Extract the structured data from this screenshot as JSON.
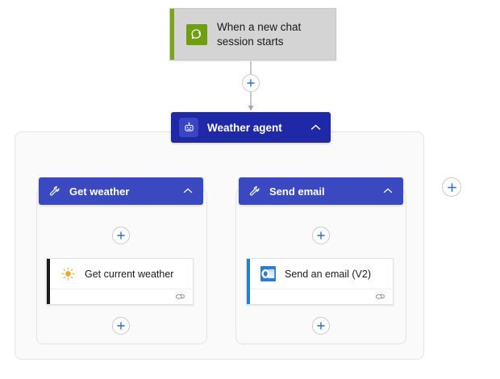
{
  "canvas": {
    "background": "#ffffff",
    "accent_blue": "#2a6fd6",
    "agent_header_color": "#1f29a8",
    "tool_header_color": "#3a49c0",
    "trigger_color": "#d4d4d4",
    "trigger_accent_color": "#7ba614",
    "weather_accent_color": "#1b1b1b",
    "email_accent_color": "#2b7cd3",
    "connector_color": "#a8a8a8"
  },
  "trigger": {
    "label": "When a new chat session starts",
    "line1": "When a new chat",
    "line2": "session starts",
    "icon": "chat-bubble-icon"
  },
  "agent": {
    "label": "Weather agent",
    "icon": "bot-icon",
    "collapse_icon": "chevron-up-icon"
  },
  "tools": [
    {
      "label": "Get weather",
      "icon": "wrench-icon",
      "collapse_icon": "chevron-up-icon",
      "action": {
        "label": "Get current weather",
        "icon": "sun-icon",
        "footer_icon": "connector-link-icon"
      }
    },
    {
      "label": "Send email",
      "icon": "wrench-icon",
      "collapse_icon": "chevron-up-icon",
      "action": {
        "label": "Send an email (V2)",
        "icon": "outlook-icon",
        "footer_icon": "connector-link-icon"
      }
    }
  ],
  "add_buttons": [
    {
      "name": "add-step-after-trigger",
      "title": "Insert a new step"
    },
    {
      "name": "add-step-get-weather-before-action",
      "title": "Insert a new step"
    },
    {
      "name": "add-step-get-weather-after-action",
      "title": "Insert a new step"
    },
    {
      "name": "add-step-send-email-before-action",
      "title": "Insert a new step"
    },
    {
      "name": "add-step-send-email-after-action",
      "title": "Insert a new step"
    },
    {
      "name": "add-tool-button",
      "title": "Add a tool"
    }
  ]
}
